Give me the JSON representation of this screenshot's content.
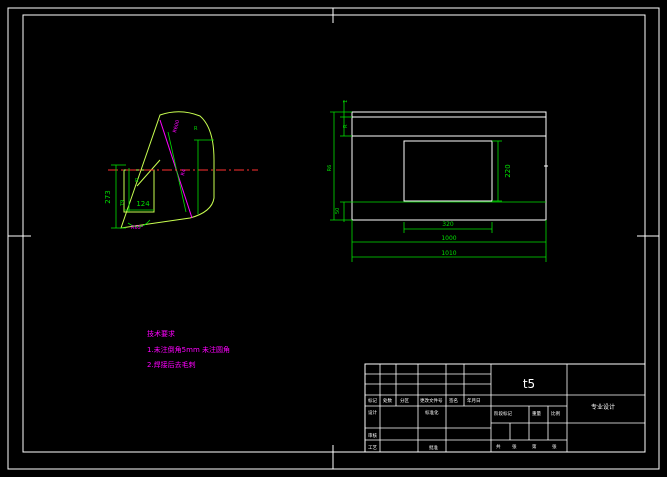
{
  "colors": {
    "background": "#000000",
    "frame": "#ffffff",
    "geometry": "#ffffff",
    "profile": "#c8ff50",
    "dimension": "#00e000",
    "centerline": "#ff3030",
    "annotation": "#ff00ff"
  },
  "side_view": {
    "dims": {
      "height_left": "273",
      "inner_left": "79",
      "small": "R",
      "bottom": "124",
      "angle": "R65°",
      "right_small": "R",
      "diag": "R600",
      "center": "R4"
    }
  },
  "front_view": {
    "dims": {
      "top_small": "1",
      "second": "R",
      "height": "R6",
      "bottom_left": "50",
      "window_height": "220",
      "window_width": "320",
      "inner_width": "1000",
      "overall_width": "1010"
    }
  },
  "notes": {
    "title": "技术要求",
    "line1": "1.未注倒角5mm 未注圆角",
    "line2": "2.焊接后去毛刺"
  },
  "title_block": {
    "part_label": "t5",
    "company": "专业设计",
    "row_labels": [
      "标记",
      "处数",
      "分区",
      "更改文件号",
      "签名",
      "年月日"
    ],
    "row2_labels": [
      "设计",
      "标准化"
    ],
    "stage_labels": [
      "阶段标记",
      "重量",
      "比例"
    ],
    "row3_labels": [
      "审核"
    ],
    "row4_labels": [
      "工艺",
      "批准"
    ],
    "sheet_labels": [
      "共",
      "张",
      "第",
      "张"
    ]
  }
}
